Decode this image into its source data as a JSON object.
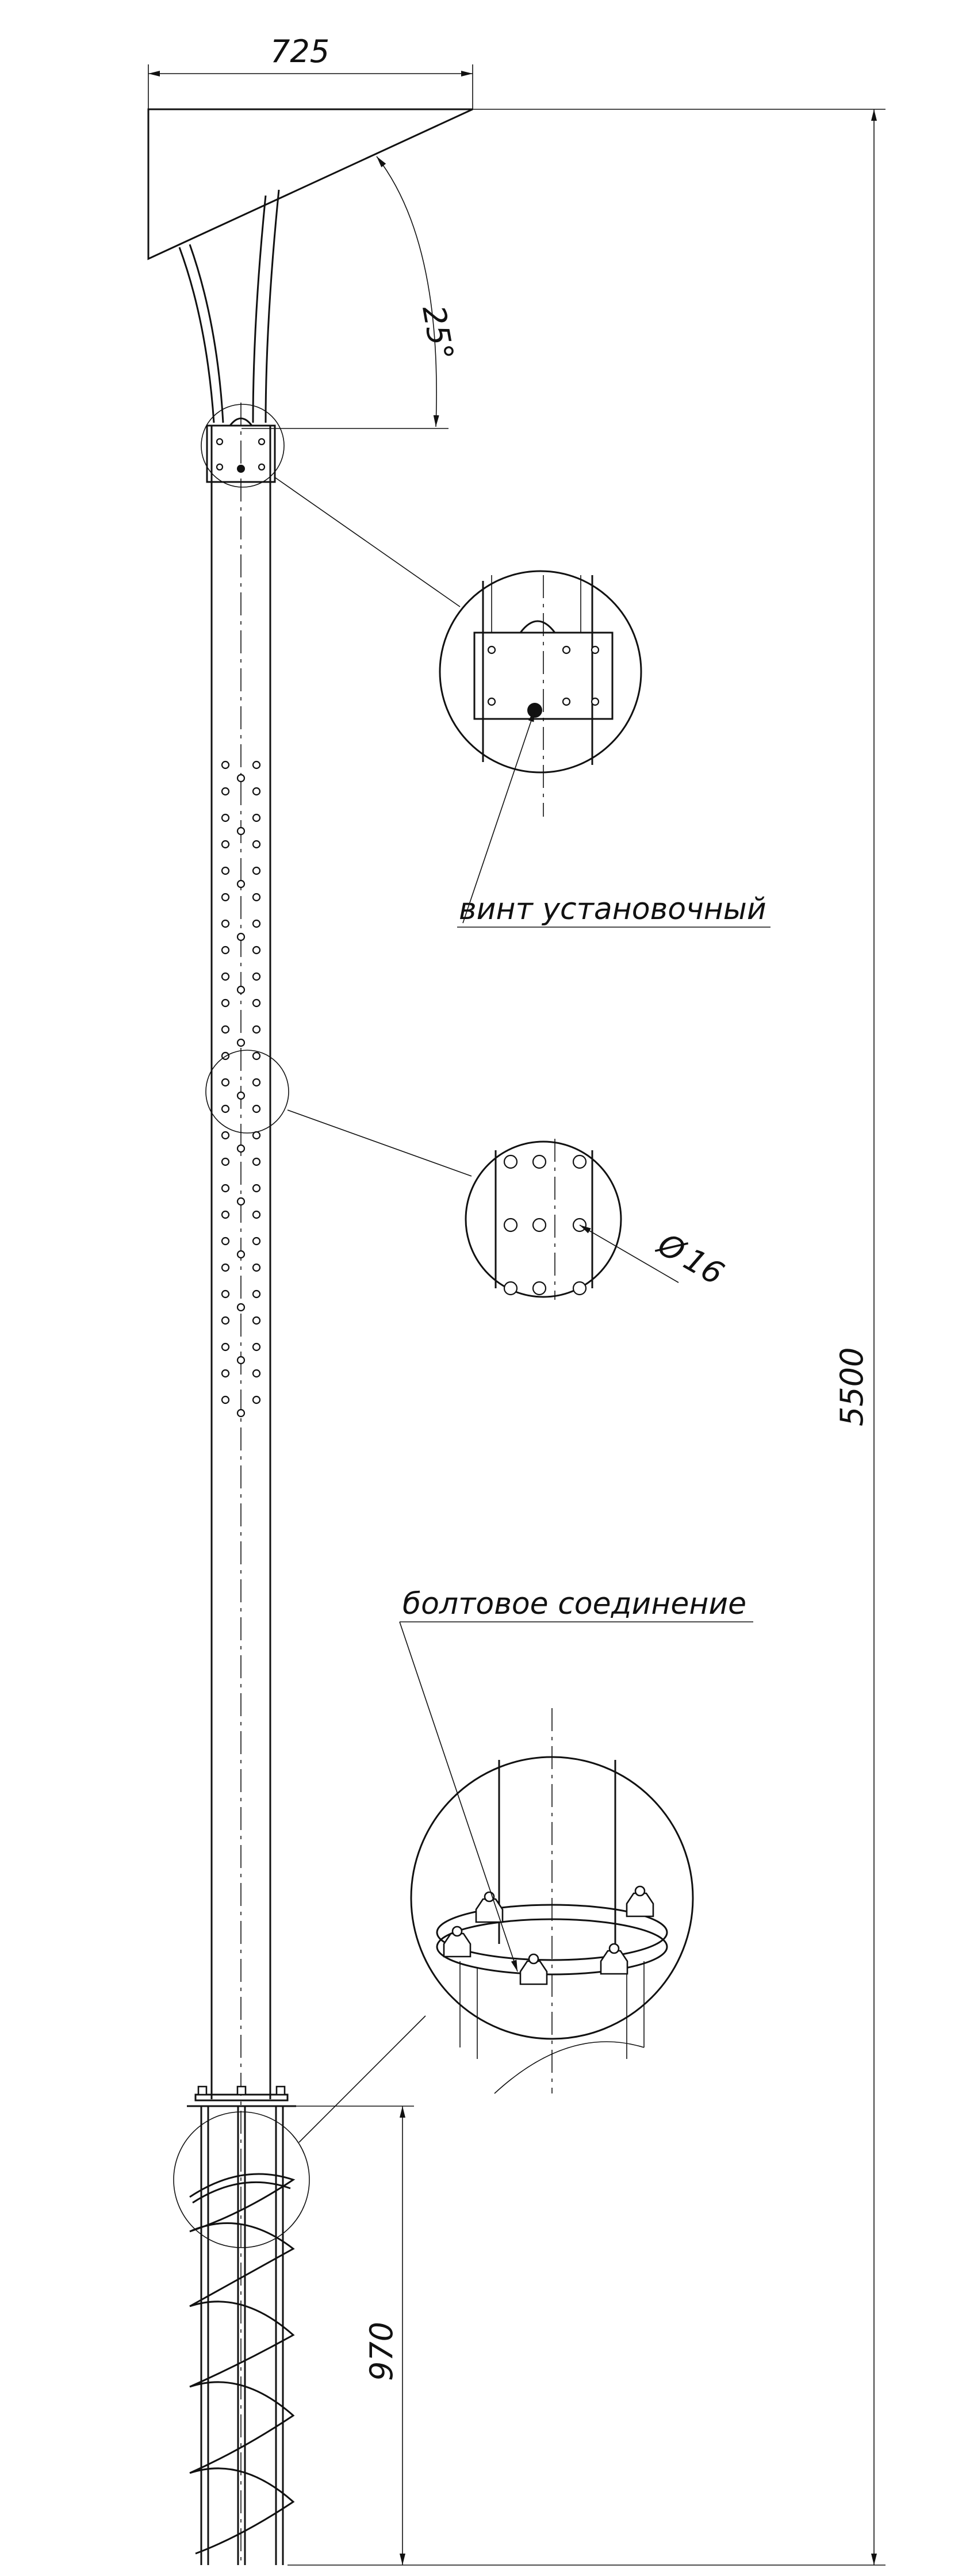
{
  "dimensions": {
    "arm_reach": "725",
    "arm_angle": "25°",
    "total_height": "5500",
    "embed_depth": "970",
    "hole_diameter": "16"
  },
  "callouts": {
    "set_screw": "винт установочный",
    "bolted_joint": "болтовое соединение",
    "diameter_symbol": "Ø"
  }
}
